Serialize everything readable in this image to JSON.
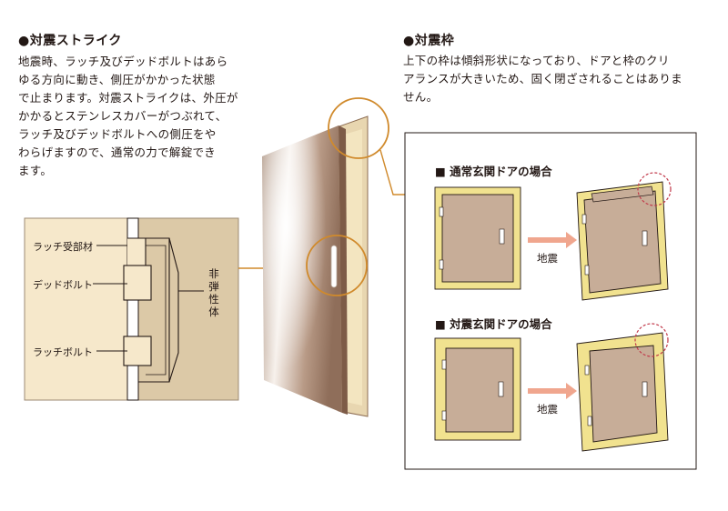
{
  "strike": {
    "title": "●対震ストライク",
    "lines": [
      "地震時、ラッチ及びデッドボルトはあら",
      "ゆる方向に動き、側圧がかかった状態",
      "で止まります。対震ストライクは、外圧が",
      "かかるとステンレスカバーがつぶれて、",
      "ラッチ及びデッドボルトへの側圧をや",
      "わらげますので、通常の力で解錠でき",
      "ます。"
    ]
  },
  "frame": {
    "title": "●対震枠",
    "lines": [
      "上下の枠は傾斜形状になっており、ドアと枠のクリ",
      "アランスが大きいため、固く閉ざされることはありま",
      "せん。"
    ]
  },
  "detail": {
    "latch_receiver": "ラッチ受部材",
    "deadbolt": "デッドボルト",
    "latch_bolt": "ラッチボルト",
    "non_elastic": [
      "非",
      "弾",
      "性",
      "体"
    ]
  },
  "cases": {
    "normal_title": "■ 通常玄関ドアの場合",
    "seismic_title": "■ 対震玄関ドアの場合",
    "quake_label": "地震"
  },
  "colors": {
    "door": "#c7ad98",
    "frame_yellow": "#f1e28f",
    "panel_beige": "#f6e8cb",
    "panel_tan": "#dcc9a7",
    "accent_orange": "#d08a2c",
    "arrow_pink": "#f0a68e",
    "dashed_red": "#c2394a"
  }
}
